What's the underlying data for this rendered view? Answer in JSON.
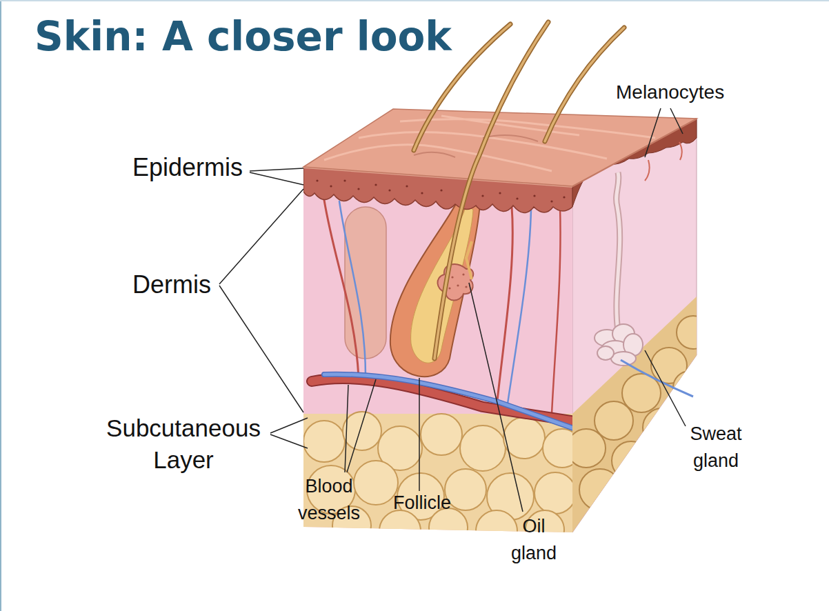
{
  "diagram": {
    "title": "Skin: A closer look",
    "labels": [
      "Epidermis",
      "Dermis",
      "Subcutaneous Layer",
      "Melanocytes",
      "Blood vessels",
      "Follicle",
      "Oil gland",
      "Sweat gland"
    ]
  }
}
